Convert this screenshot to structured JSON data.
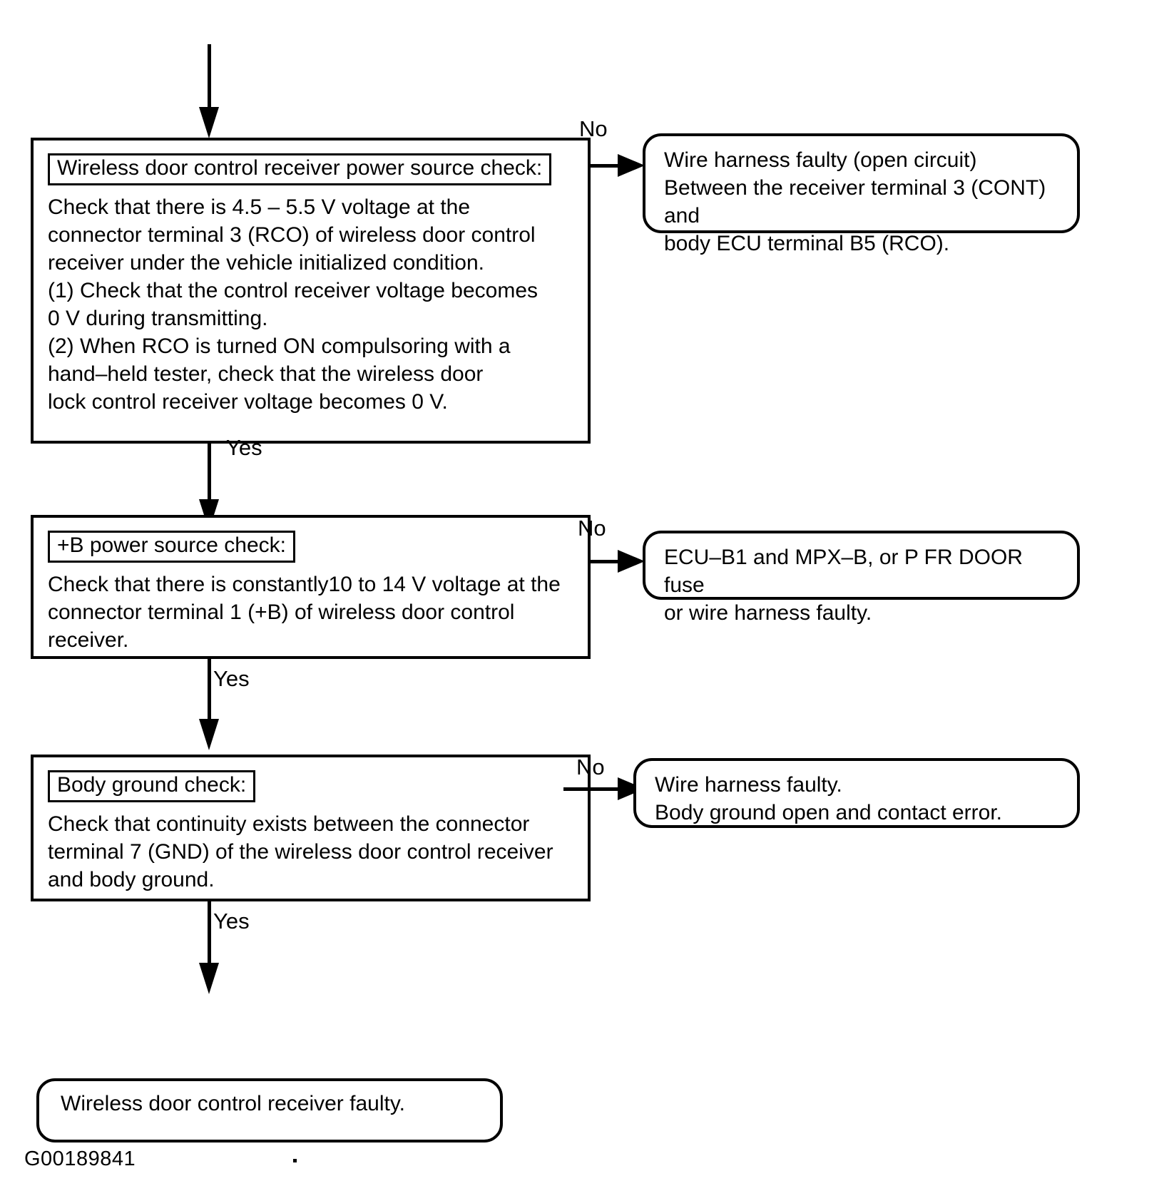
{
  "figure": {
    "id_label": "G00189841",
    "title": "Wireless door control receiver power source troubleshooting flowchart"
  },
  "nodes": {
    "check1": {
      "caption": "Wireless door control receiver power source check:",
      "body": "Check that there is 4.5 – 5.5 V voltage at the\nconnector terminal 3 (RCO) of wireless door control\nreceiver under the vehicle initialized condition.\n(1) Check that the control receiver voltage becomes\n0 V during transmitting.\n(2) When RCO is turned ON compulsoring with a\nhand–held tester, check that the wireless door\nlock control receiver voltage becomes 0 V."
    },
    "result1": {
      "body": "Wire harness faulty (open circuit)\nBetween the receiver terminal 3 (CONT) and\nbody ECU terminal B5 (RCO)."
    },
    "check2": {
      "caption": "+B power source check:",
      "body": "Check that there is constantly10 to 14 V voltage at the\nconnector terminal 1 (+B) of wireless door control\nreceiver."
    },
    "result2": {
      "body": "ECU–B1 and MPX–B, or P FR DOOR fuse\nor wire harness faulty."
    },
    "check3": {
      "caption": "Body ground check:",
      "body": "Check that continuity exists between the connector\nterminal 7 (GND) of the wireless door control receiver\nand body ground."
    },
    "result3": {
      "body": "Wire harness faulty.\nBody ground open and contact error."
    },
    "terminal": {
      "body": "Wireless door control receiver faulty."
    }
  },
  "edges": {
    "no1": "No",
    "no2": "No",
    "no3": "No",
    "yes1": "Yes",
    "yes2": "Yes",
    "yes3": "Yes"
  },
  "colors": {
    "stroke": "#000000",
    "fill": "#ffffff",
    "text": "#000000"
  }
}
